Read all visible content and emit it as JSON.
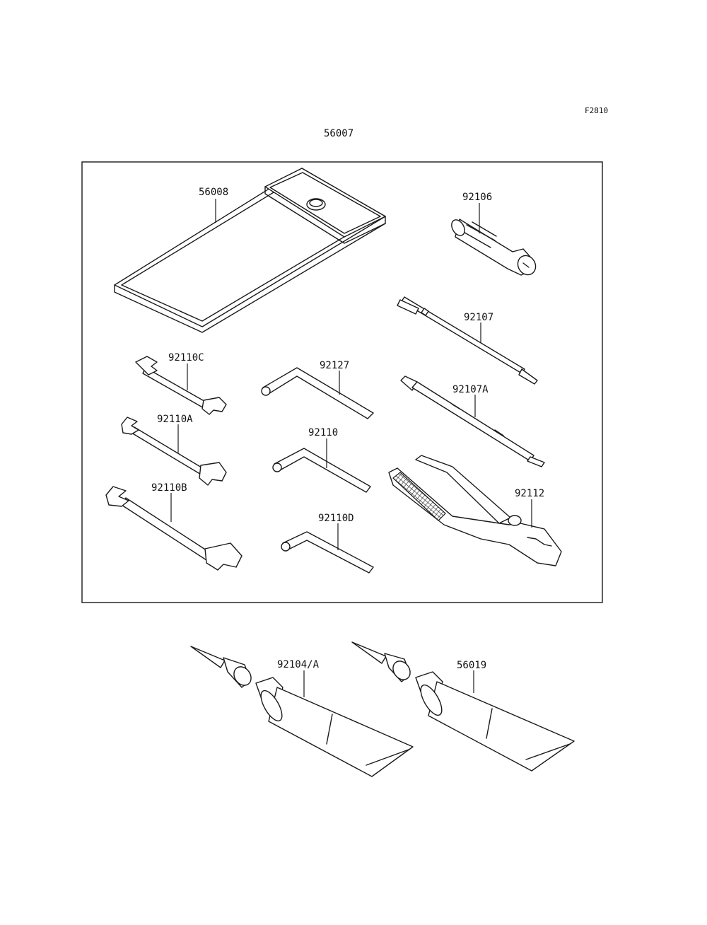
{
  "figure_ref": "F2810",
  "assembly_number": "56007",
  "parts": [
    {
      "id": "tool-bag",
      "number": "56008"
    },
    {
      "id": "handle",
      "number": "92106"
    },
    {
      "id": "screwdriver",
      "number": "92107"
    },
    {
      "id": "screwdriver-a",
      "number": "92107A"
    },
    {
      "id": "wrench-c",
      "number": "92110C"
    },
    {
      "id": "wrench-a",
      "number": "92110A"
    },
    {
      "id": "wrench-b",
      "number": "92110B"
    },
    {
      "id": "hex-wrench-1",
      "number": "92127"
    },
    {
      "id": "hex-wrench-2",
      "number": "92110"
    },
    {
      "id": "hex-wrench-3",
      "number": "92110D"
    },
    {
      "id": "pliers",
      "number": "92112"
    },
    {
      "id": "tube-1",
      "number": "92104/A"
    },
    {
      "id": "tube-2",
      "number": "56019"
    }
  ]
}
